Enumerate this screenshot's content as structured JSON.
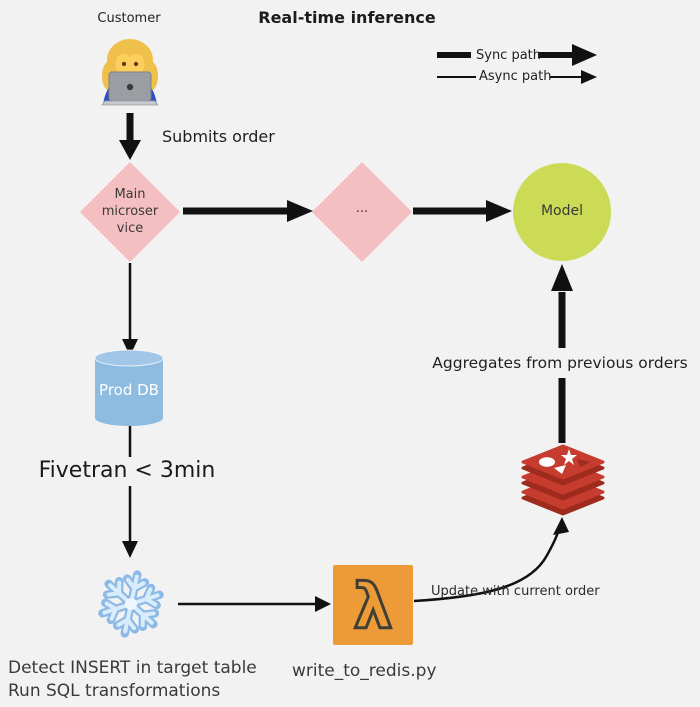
{
  "title": "Real-time inference",
  "legend": {
    "sync_label": "Sync path",
    "async_label": "Async path"
  },
  "customer": {
    "label": "Customer",
    "icon": "woman-technologist-emoji"
  },
  "nodes": {
    "main_microservice": "Main microservice",
    "ellipsis": "...",
    "model": "Model",
    "prod_db": "Prod DB",
    "snowflake": "snowflake-emoji",
    "lambda": "aws-lambda-icon",
    "lambda_label": "write_to_redis.py",
    "redis": "redis-icon"
  },
  "edges": {
    "submits_order": "Submits order",
    "fivetran": "Fivetran < 3min",
    "aggregates": "Aggregates from previous orders",
    "update_order": "Update with current order"
  },
  "notes": {
    "line1": "Detect INSERT in target table",
    "line2": "Run SQL transformations"
  },
  "colors": {
    "background": "#f2f2f2",
    "arrow": "#111111",
    "text": "#2b2b2b",
    "node_pink": "#f5bec1",
    "node_green": "#cbdb56",
    "node_blue": "#8ebbe0",
    "node_blue_top": "#a2c6e7",
    "lambda_orange": "#ec9b38",
    "lambda_glyph": "#3f3f33",
    "redis_red": "#c63c2e",
    "redis_dark": "#9e2b1e",
    "snowflake_blue": "#85b5e6",
    "snowflake_light": "#d9ecfc"
  }
}
